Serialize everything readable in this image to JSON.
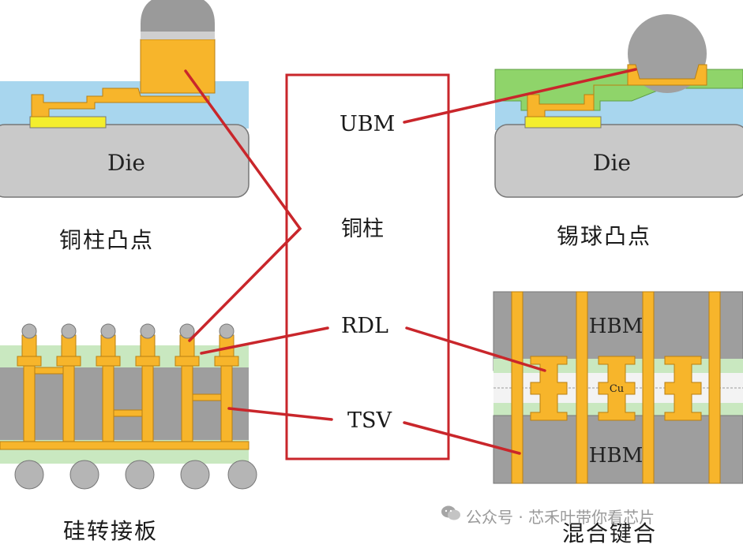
{
  "labels": {
    "die_left": "Die",
    "die_right": "Die",
    "hbm_top": "HBM",
    "hbm_bottom": "HBM",
    "cu": "Cu"
  },
  "center": {
    "ubm": "UBM",
    "copper_pillar": "铜柱",
    "rdl": "RDL",
    "tsv": "TSV"
  },
  "captions": {
    "copper_pillar_bump": "铜柱凸点",
    "solder_ball_bump": "锡球凸点",
    "silicon_interposer": "硅转接板",
    "hybrid_bonding": "混合键合"
  },
  "watermark": {
    "text": "公众号 · 芯禾叶带你看芯片"
  },
  "colors": {
    "die_gray": "#c9c9c9",
    "copper": "#f7b52b",
    "pad_yellow": "#f3ee2e",
    "passivation_blue": "#a8d6ee",
    "solder_mask_green": "#8fd46a",
    "interposer_green": "#c9e8c0",
    "leader_red": "#c9262b"
  }
}
